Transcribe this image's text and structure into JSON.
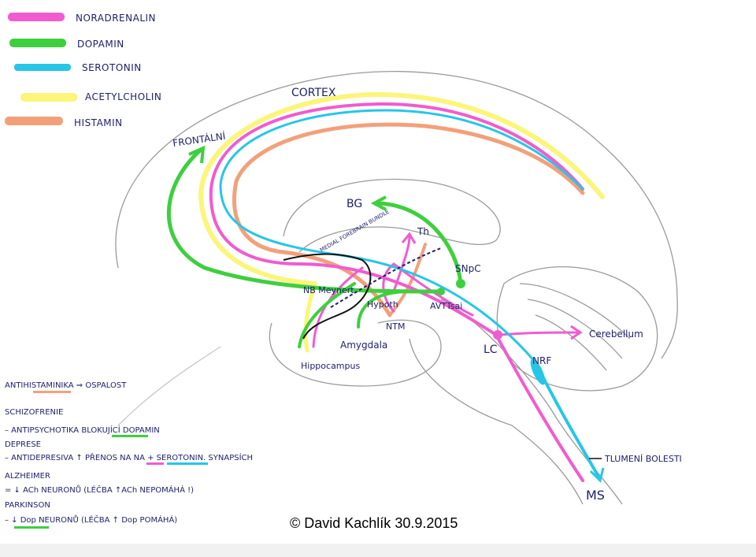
{
  "legend": [
    {
      "label": "NORADRENALIN",
      "color": "#f15bd0"
    },
    {
      "label": "DOPAMIN",
      "color": "#3ecf3e"
    },
    {
      "label": "SEROTONIN",
      "color": "#26c6e8"
    },
    {
      "label": "ACETYLCHOLIN",
      "color": "#fbf57a"
    },
    {
      "label": "HISTAMIN",
      "color": "#f3a07a"
    }
  ],
  "labels": {
    "cortex": "CORTEX",
    "frontal": "FRONTÁLNÍ",
    "bg": "BG",
    "mfb": "MEDIAL FOREBRAIN BUNDLE",
    "th": "Th",
    "snc": "SNpC",
    "nb": "NB Meynert",
    "hypoth": "Hypoth",
    "vta": "AVTTsai",
    "ntm": "NTM",
    "amygdala": "Amygdala",
    "hippocampus": "Hippocampus",
    "lc": "LC",
    "nrf": "NRF",
    "cerebellum": "Cerebellum",
    "pain": "TLUMENÍ BOLESTI",
    "ms": "MS"
  },
  "notes": [
    "ANTIHISTAMINIKA ⇒ OSPALOST",
    "SCHIZOFRENIE",
    "– ANTIPSYCHOTIKA BLOKUJÍCÍ DOPAMIN",
    "DEPRESE",
    "– ANTIDEPRESIVA ↑ PŘENOS NA NA + SEROTONIN. SYNAPSÍCH",
    "ALZHEIMER",
    "= ↓ ACh NEURONŮ (LÉČBA ↑ACh NEPOMÁHÁ !)",
    "PARKINSON",
    "– ↓ Dop NEURONŮ (LÉČBA ↑ Dop POMÁHÁ)"
  ],
  "copyright": "© David Kachlík 30.9.2015"
}
